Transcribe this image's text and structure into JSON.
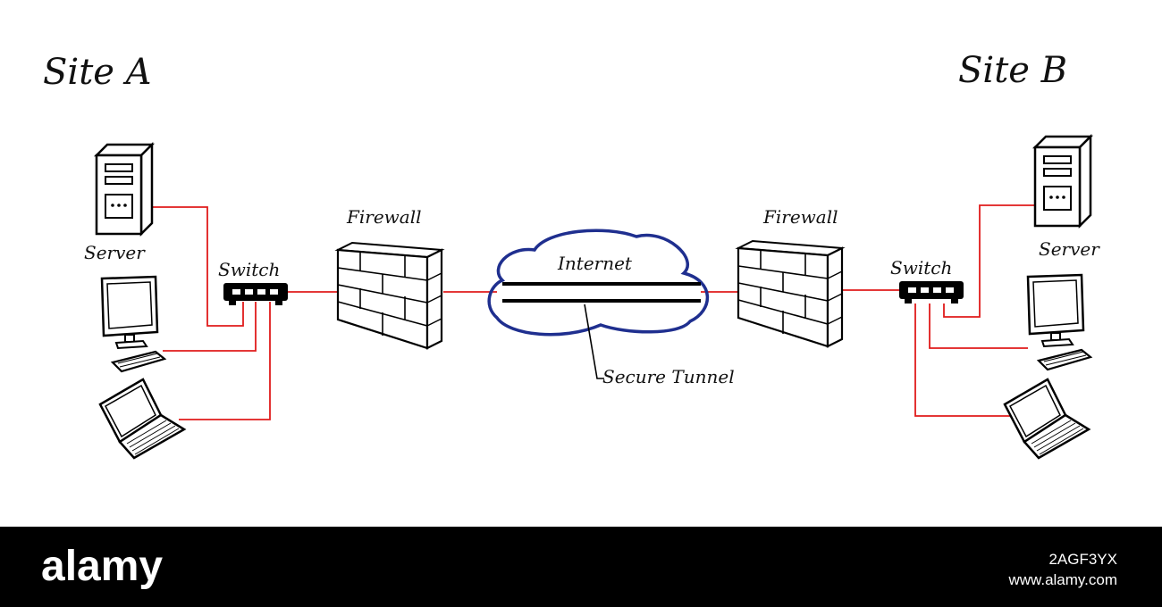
{
  "sites": {
    "a": {
      "title": "Site A",
      "server_label": "Server",
      "switch_label": "Switch",
      "firewall_label": "Firewall"
    },
    "b": {
      "title": "Site B",
      "server_label": "Server",
      "switch_label": "Switch",
      "firewall_label": "Firewall"
    }
  },
  "network": {
    "internet_label": "Internet",
    "tunnel_label": "Secure Tunnel"
  },
  "colors": {
    "link": "#e01b1b",
    "cloud": "#1f2f8f",
    "bar": "#000000"
  },
  "watermark": {
    "logo": "alamy",
    "image_id": "2AGF3YX",
    "url": "www.alamy.com"
  }
}
